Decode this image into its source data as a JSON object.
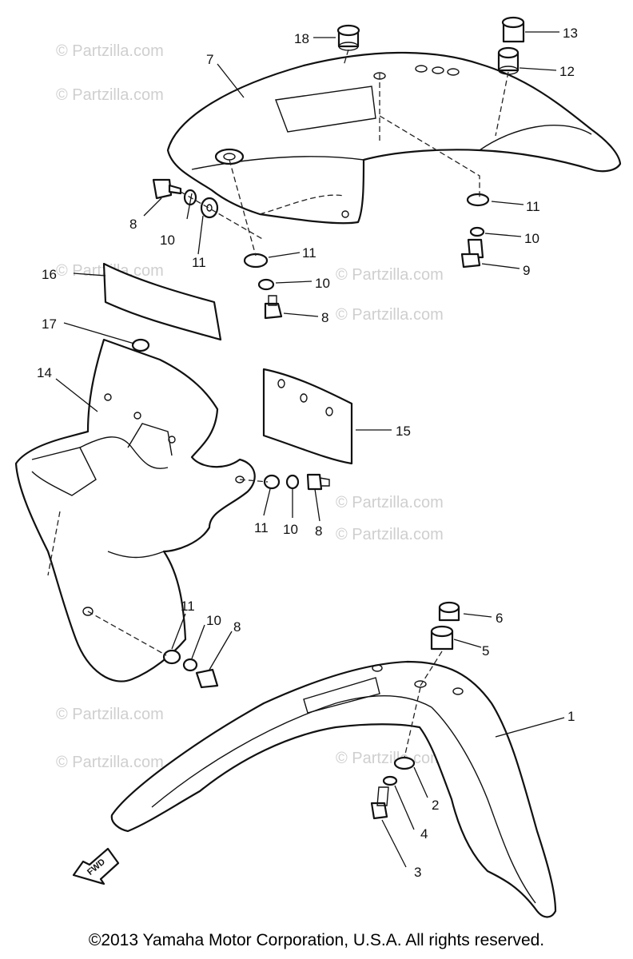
{
  "callouts": {
    "c1": "1",
    "c2": "2",
    "c3": "3",
    "c4": "4",
    "c5": "5",
    "c6": "6",
    "c7": "7",
    "c8a": "8",
    "c8b": "8",
    "c8c": "8",
    "c8d": "8",
    "c9": "9",
    "c10a": "10",
    "c10b": "10",
    "c10c": "10",
    "c10d": "10",
    "c10e": "10",
    "c11a": "11",
    "c11b": "11",
    "c11c": "11",
    "c11d": "11",
    "c11e": "11",
    "c12": "12",
    "c13": "13",
    "c14": "14",
    "c15": "15",
    "c16": "16",
    "c17": "17",
    "c18": "18"
  },
  "watermark": {
    "text": "© Partzilla.com"
  },
  "direction_label": "FWD",
  "copyright": "©2013  Yamaha Motor Corporation, U.S.A. All rights reserved.",
  "colors": {
    "line": "#111111",
    "watermark": "#cfcfcf",
    "background": "#ffffff"
  }
}
